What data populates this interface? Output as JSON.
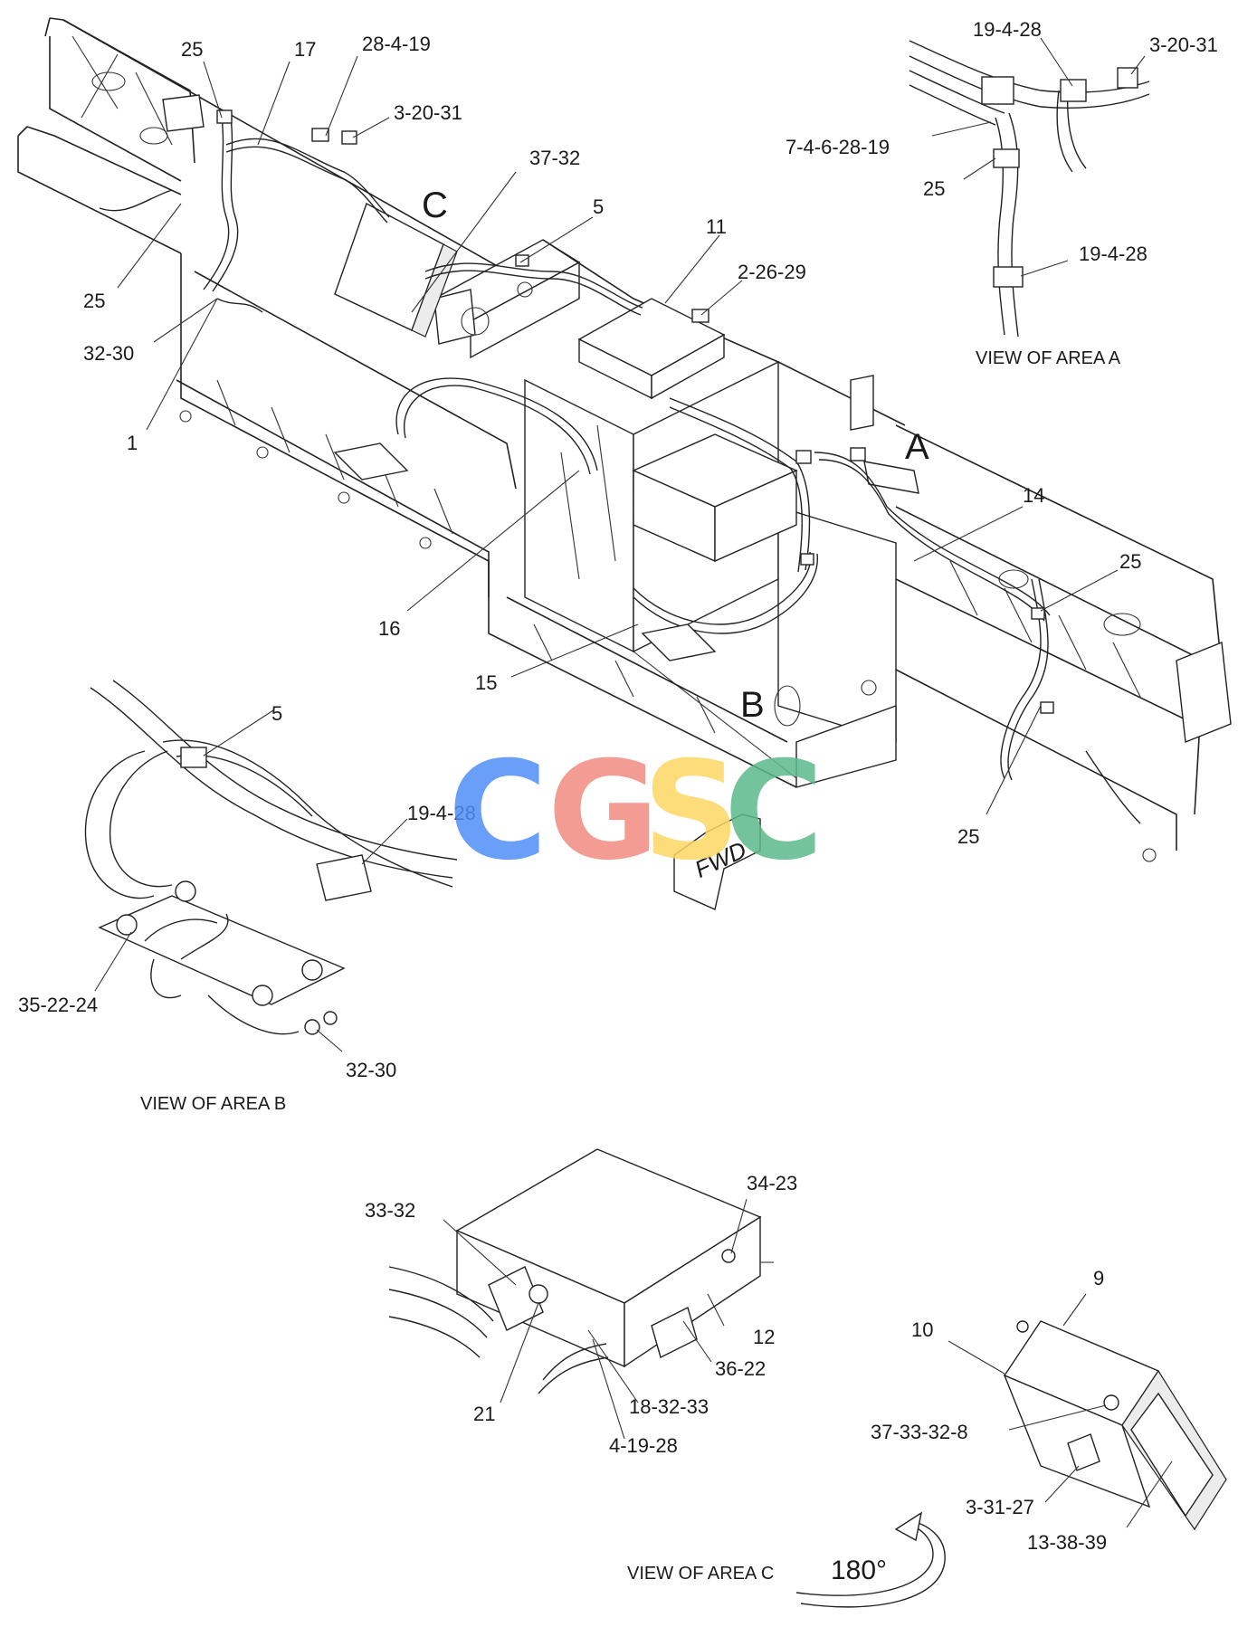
{
  "area_letters": {
    "a": "A",
    "b": "B",
    "c": "C"
  },
  "main_view": {
    "callouts": {
      "c25_top": "25",
      "c17": "17",
      "c28_4_19": "28-4-19",
      "c3_20_31": "3-20-31",
      "c37_32": "37-32",
      "c5": "5",
      "c11": "11",
      "c2_26_29": "2-26-29",
      "c25_left": "25",
      "c32_30": "32-30",
      "c1": "1",
      "c16": "16",
      "c15": "15",
      "c14": "14",
      "c25_right": "25",
      "c25_bottom": "25"
    },
    "fwd_label": "FWD"
  },
  "view_a": {
    "title": "VIEW OF AREA A",
    "callouts": {
      "c19_4_28_top": "19-4-28",
      "c3_20_31": "3-20-31",
      "c7_4_6_28_19": "7-4-6-28-19",
      "c25": "25",
      "c19_4_28_bottom": "19-4-28"
    }
  },
  "view_b": {
    "title": "VIEW OF AREA B",
    "callouts": {
      "c5": "5",
      "c19_4_28": "19-4-28",
      "c35_22_24": "35-22-24",
      "c32_30": "32-30"
    }
  },
  "view_c": {
    "title": "VIEW OF AREA C",
    "rotation": "180°",
    "callouts": {
      "c33_32": "33-32",
      "c34_23": "34-23",
      "c12": "12",
      "c36_22": "36-22",
      "c18_32_33": "18-32-33",
      "c21": "21",
      "c4_19_28": "4-19-28",
      "c9": "9",
      "c10": "10",
      "c37_33_32_8": "37-33-32-8",
      "c3_31_27": "3-31-27",
      "c13_38_39": "13-38-39"
    }
  },
  "watermark": {
    "letters": [
      "C",
      "G",
      "S",
      "C"
    ],
    "colors": [
      "#4f8ff7",
      "#f28b82",
      "#fdd663",
      "#5bb98b"
    ]
  }
}
